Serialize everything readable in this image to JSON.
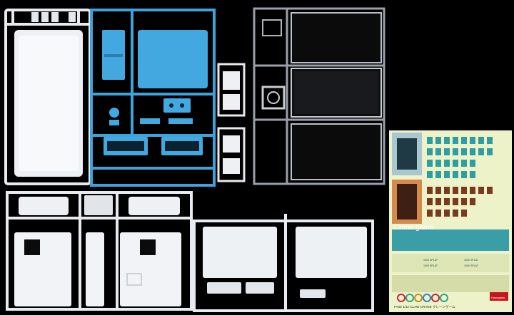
{
  "photo": {
    "subject": "Plastic model kit parts sprues laid out on black background"
  },
  "decal_sheet": {
    "title": "Crane game",
    "footer_text": "FA08 1/12 CLAW CRANE クレーンゲーム",
    "spot_labels": [
      "1000 SPLAT",
      "1000 SPLAT",
      "1000 SPLAT",
      "1000 SPLAT"
    ],
    "logo": "Hasegawa"
  },
  "colors": {
    "background": "#000000",
    "white_plastic": "#e9ecef",
    "blue_plastic": "#3fa3d9",
    "clear_plastic": "#8a8f96",
    "decal_paper": "#eef2c9",
    "decal_teal": "#2f9ea3",
    "decal_brown": "#7a3a1f"
  }
}
